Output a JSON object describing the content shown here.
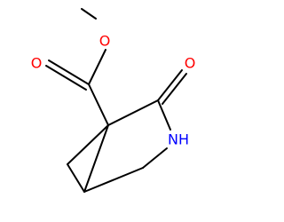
{
  "molecule": {
    "atoms": {
      "ester_carbonyl_oxygen": "O",
      "ester_ether_oxygen": "O",
      "lactam_carbonyl_oxygen": "O",
      "lactam_nitrogen": "NH"
    },
    "colors": {
      "bond": "#000000",
      "oxygen": "#ff0000",
      "nitrogen": "#0000ff"
    }
  }
}
